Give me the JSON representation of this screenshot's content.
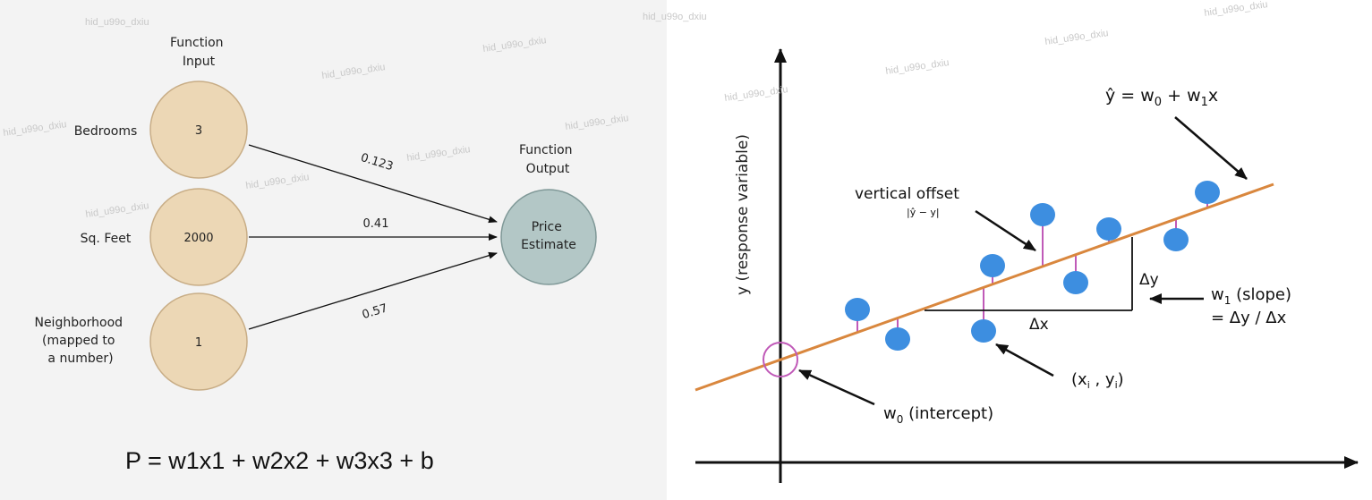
{
  "network": {
    "input_header": [
      "Function",
      "Input"
    ],
    "output_header": [
      "Function",
      "Output"
    ],
    "inputs": [
      {
        "label": [
          "Bedrooms"
        ],
        "value": "3",
        "weight": "0.123"
      },
      {
        "label": [
          "Sq. Feet"
        ],
        "value": "2000",
        "weight": "0.41"
      },
      {
        "label": [
          "Neighborhood",
          "(mapped to",
          "a number)"
        ],
        "value": "1",
        "weight": "0.57"
      }
    ],
    "output_node": [
      "Price",
      "Estimate"
    ],
    "formula": "P = w1x1 + w2x2 + w3x3 + b"
  },
  "regression": {
    "y_axis_label": "y (response variable)",
    "equation": "ŷ = w0 + w1x",
    "vertical_offset_label": "vertical offset",
    "vertical_offset_formula": "|ŷ − y|",
    "delta_y": "Δy",
    "delta_x": "Δx",
    "slope_label": "w1 (slope)",
    "slope_formula": "= Δy / Δx",
    "point_label": "(xi , yi)",
    "intercept_label": "w0 (intercept)",
    "colors": {
      "line": "#d9873e",
      "point": "#3d8ee0",
      "offset": "#c05ab8",
      "axis": "#111111"
    }
  },
  "watermark": "hid_u99o_dxiu",
  "colors": {
    "input_node": "#ecd7b5",
    "input_stroke": "#c8ad86",
    "output_node": "#b3c7c6",
    "output_stroke": "#7f9897"
  }
}
